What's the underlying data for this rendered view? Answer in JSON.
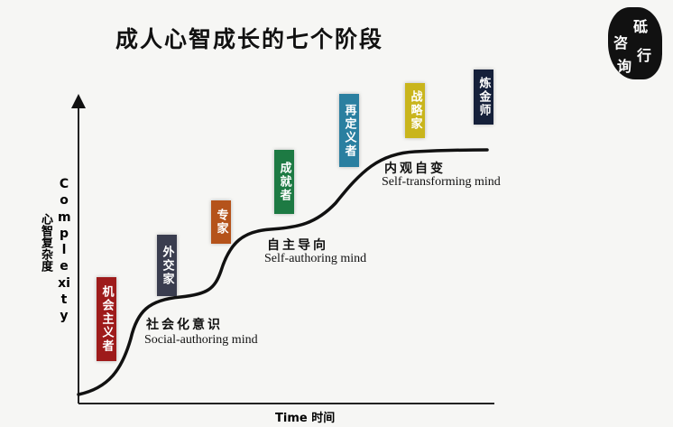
{
  "title": "成人心智成长的七个阶段",
  "logo": {
    "text": "砥行咨询"
  },
  "axes": {
    "y_label_en": "Complexity",
    "y_label_zh": "心智复杂度",
    "x_label": "Time 时间"
  },
  "stages": [
    {
      "label": "机会主义者",
      "color": "#9e1b1b"
    },
    {
      "label": "外交家",
      "color": "#3a3d4f"
    },
    {
      "label": "专家",
      "color": "#b5531b"
    },
    {
      "label": "成就者",
      "color": "#1d7a43"
    },
    {
      "label": "再定义者",
      "color": "#2a7fa0"
    },
    {
      "label": "战略家",
      "color": "#c9b51c"
    },
    {
      "label": "炼金师",
      "color": "#15203a"
    }
  ],
  "minds": [
    {
      "zh": "社会化意识",
      "en": "Social-authoring mind"
    },
    {
      "zh": "自主导向",
      "en": "Self-authoring mind"
    },
    {
      "zh": "内观自变",
      "en": "Self-transforming mind"
    }
  ]
}
